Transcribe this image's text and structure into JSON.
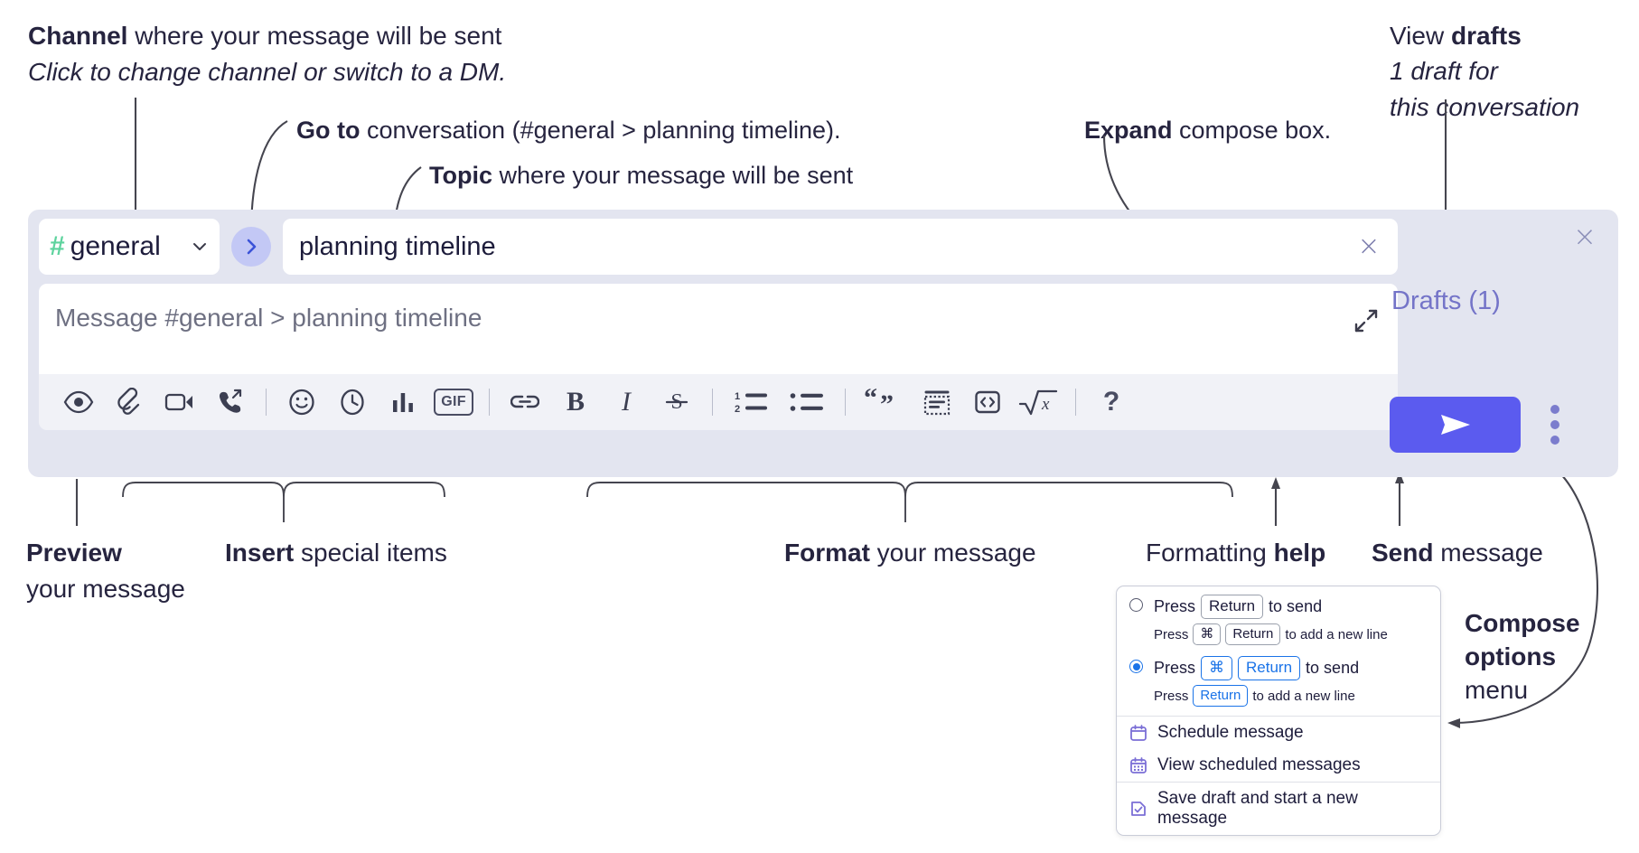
{
  "annotations": {
    "channel": {
      "bold": "Channel",
      "rest": " where your message will be sent",
      "sub": "Click to change channel or switch to a DM."
    },
    "goto": {
      "bold": "Go to",
      "rest": " conversation (#general > planning timeline)."
    },
    "topic": {
      "bold": "Topic",
      "rest": " where your message will be sent"
    },
    "expand": {
      "bold": "Expand",
      "rest": " compose box."
    },
    "drafts": {
      "bold_lead": "View ",
      "bold": "drafts",
      "sub1": "1 draft for",
      "sub2": "this conversation"
    },
    "preview": {
      "bold": "Preview",
      "line2": "your message"
    },
    "insert": {
      "bold": "Insert",
      "rest": " special items"
    },
    "format": {
      "bold": "Format",
      "rest": " your message"
    },
    "help": {
      "lead": "Formatting ",
      "bold": "help"
    },
    "send": {
      "bold": "Send",
      "rest": " message"
    },
    "compose_options": {
      "line1": "Compose",
      "line2": "options",
      "line3": "menu"
    }
  },
  "composer": {
    "close_label": "×",
    "channel": {
      "hash": "#",
      "name": "general",
      "chevron_icon": "chevron-down-icon"
    },
    "goto_button_icon": "chevron-right-icon",
    "topic": {
      "value": "planning timeline",
      "clear_label": "×"
    },
    "message": {
      "placeholder": "Message #general > planning timeline",
      "expand_icon": "expand-icon"
    },
    "toolbar": [
      {
        "name": "preview-icon",
        "label": "Preview"
      },
      {
        "name": "attachment-icon",
        "label": "Attach file"
      },
      {
        "name": "video-icon",
        "label": "Video clip"
      },
      {
        "name": "call-forward-icon",
        "label": "Audio clip"
      },
      {
        "sep": true
      },
      {
        "name": "emoji-icon",
        "label": "Emoji"
      },
      {
        "name": "clock-icon",
        "label": "Reminder"
      },
      {
        "name": "bar-chart-icon",
        "label": "Poll"
      },
      {
        "name": "gif-icon",
        "label": "GIF"
      },
      {
        "sep": true
      },
      {
        "name": "link-icon",
        "label": "Link"
      },
      {
        "name": "bold-icon",
        "label": "B"
      },
      {
        "name": "italic-icon",
        "label": "I"
      },
      {
        "name": "strikethrough-icon",
        "label": "S"
      },
      {
        "sep": true
      },
      {
        "name": "ordered-list-icon",
        "label": "Numbered list"
      },
      {
        "name": "bullet-list-icon",
        "label": "Bulleted list"
      },
      {
        "sep": true
      },
      {
        "name": "blockquote-icon",
        "label": "Blockquote"
      },
      {
        "name": "code-block-icon",
        "label": "Code block"
      },
      {
        "name": "inline-code-icon",
        "label": "Code"
      },
      {
        "name": "math-icon",
        "label": "Math"
      },
      {
        "sep": true
      },
      {
        "name": "help-icon",
        "label": "?"
      }
    ],
    "drafts_label": "Drafts (1)",
    "send_icon": "send-icon",
    "kebab_icon": "kebab-menu-icon"
  },
  "menu": {
    "options": [
      {
        "selected": false,
        "main": [
          {
            "t": "Press"
          },
          {
            "k": "Return"
          },
          {
            "t": "to send"
          }
        ],
        "sub": [
          {
            "t": "Press"
          },
          {
            "k": "⌘"
          },
          {
            "k": "Return"
          },
          {
            "t": "to add a new line"
          }
        ]
      },
      {
        "selected": true,
        "main": [
          {
            "t": "Press"
          },
          {
            "k": "⌘",
            "blue": true
          },
          {
            "k": "Return",
            "blue": true
          },
          {
            "t": "to send"
          }
        ],
        "sub": [
          {
            "t": "Press"
          },
          {
            "k": "Return",
            "blue": true
          },
          {
            "t": "to add a new line"
          }
        ]
      }
    ],
    "items_group1": [
      {
        "icon": "calendar-icon",
        "label": "Schedule message"
      },
      {
        "icon": "calendar-grid-icon",
        "label": "View scheduled messages"
      }
    ],
    "items_group2": [
      {
        "icon": "save-draft-icon",
        "label": "Save draft and start a new message"
      }
    ]
  },
  "colors": {
    "panel_bg": "#e3e5f0",
    "send_button": "#5b5bef",
    "hash_green": "#5ed39e",
    "drafts_purple": "#7474c8",
    "goto_circle": "#c3c8f5",
    "accent_blue": "#1a73e8",
    "menu_icon_purple": "#7b6fd6"
  }
}
